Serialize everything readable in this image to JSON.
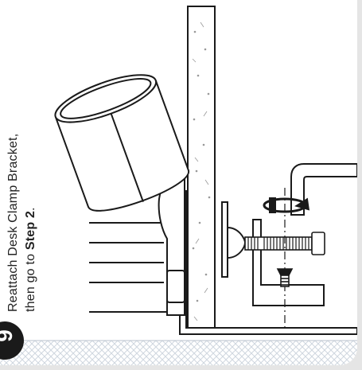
{
  "step": {
    "number": "9",
    "line1": "Reattach Desk Clamp Bracket,",
    "line2_prefix": "then go to ",
    "line2_bold": "Step 2",
    "line2_suffix": "."
  },
  "colors": {
    "ink": "#1a1a1a",
    "panel": "#ffffff",
    "background": "#e5e5e5",
    "floor_hatch": "#cfd6df"
  },
  "icons": {
    "rotate_direction": "rotate-arrow-icon",
    "hex_key": "hex-key-icon"
  }
}
